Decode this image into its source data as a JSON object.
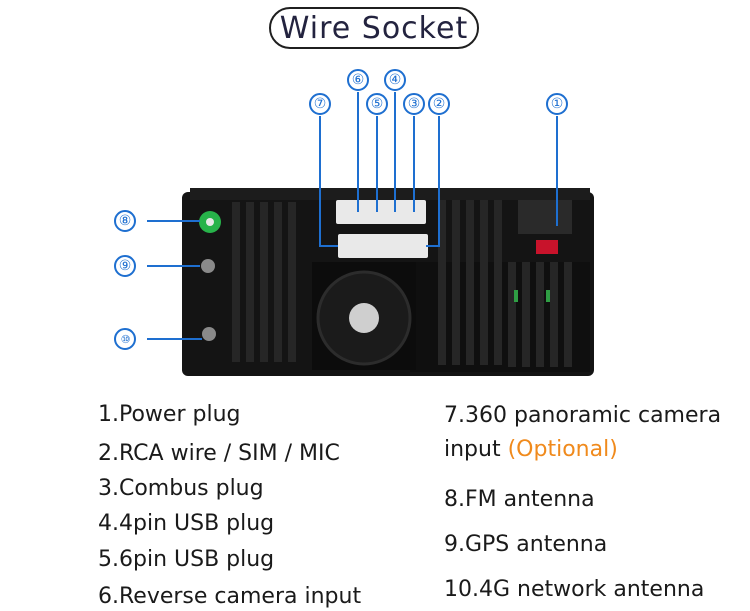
{
  "title": "Wire Socket",
  "callouts": [
    "①",
    "②",
    "③",
    "④",
    "⑤",
    "⑥",
    "⑦",
    "⑧",
    "⑨",
    "⑩"
  ],
  "items_left": [
    "1.Power plug",
    "2.RCA wire / SIM / MIC",
    "3.Combus plug",
    "4.4pin USB plug",
    "5.6pin USB plug",
    "6.Reverse camera input"
  ],
  "item7_line1": "7.360 panoramic camera",
  "item7_line2_prefix": "input ",
  "item7_optional": "(Optional)",
  "items_right": [
    "8.FM antenna",
    "9.GPS antenna",
    "10.4G network antenna"
  ],
  "colors": {
    "callout": "#1e6fd0",
    "optional": "#f08a1c",
    "unit_body": "#161616"
  }
}
